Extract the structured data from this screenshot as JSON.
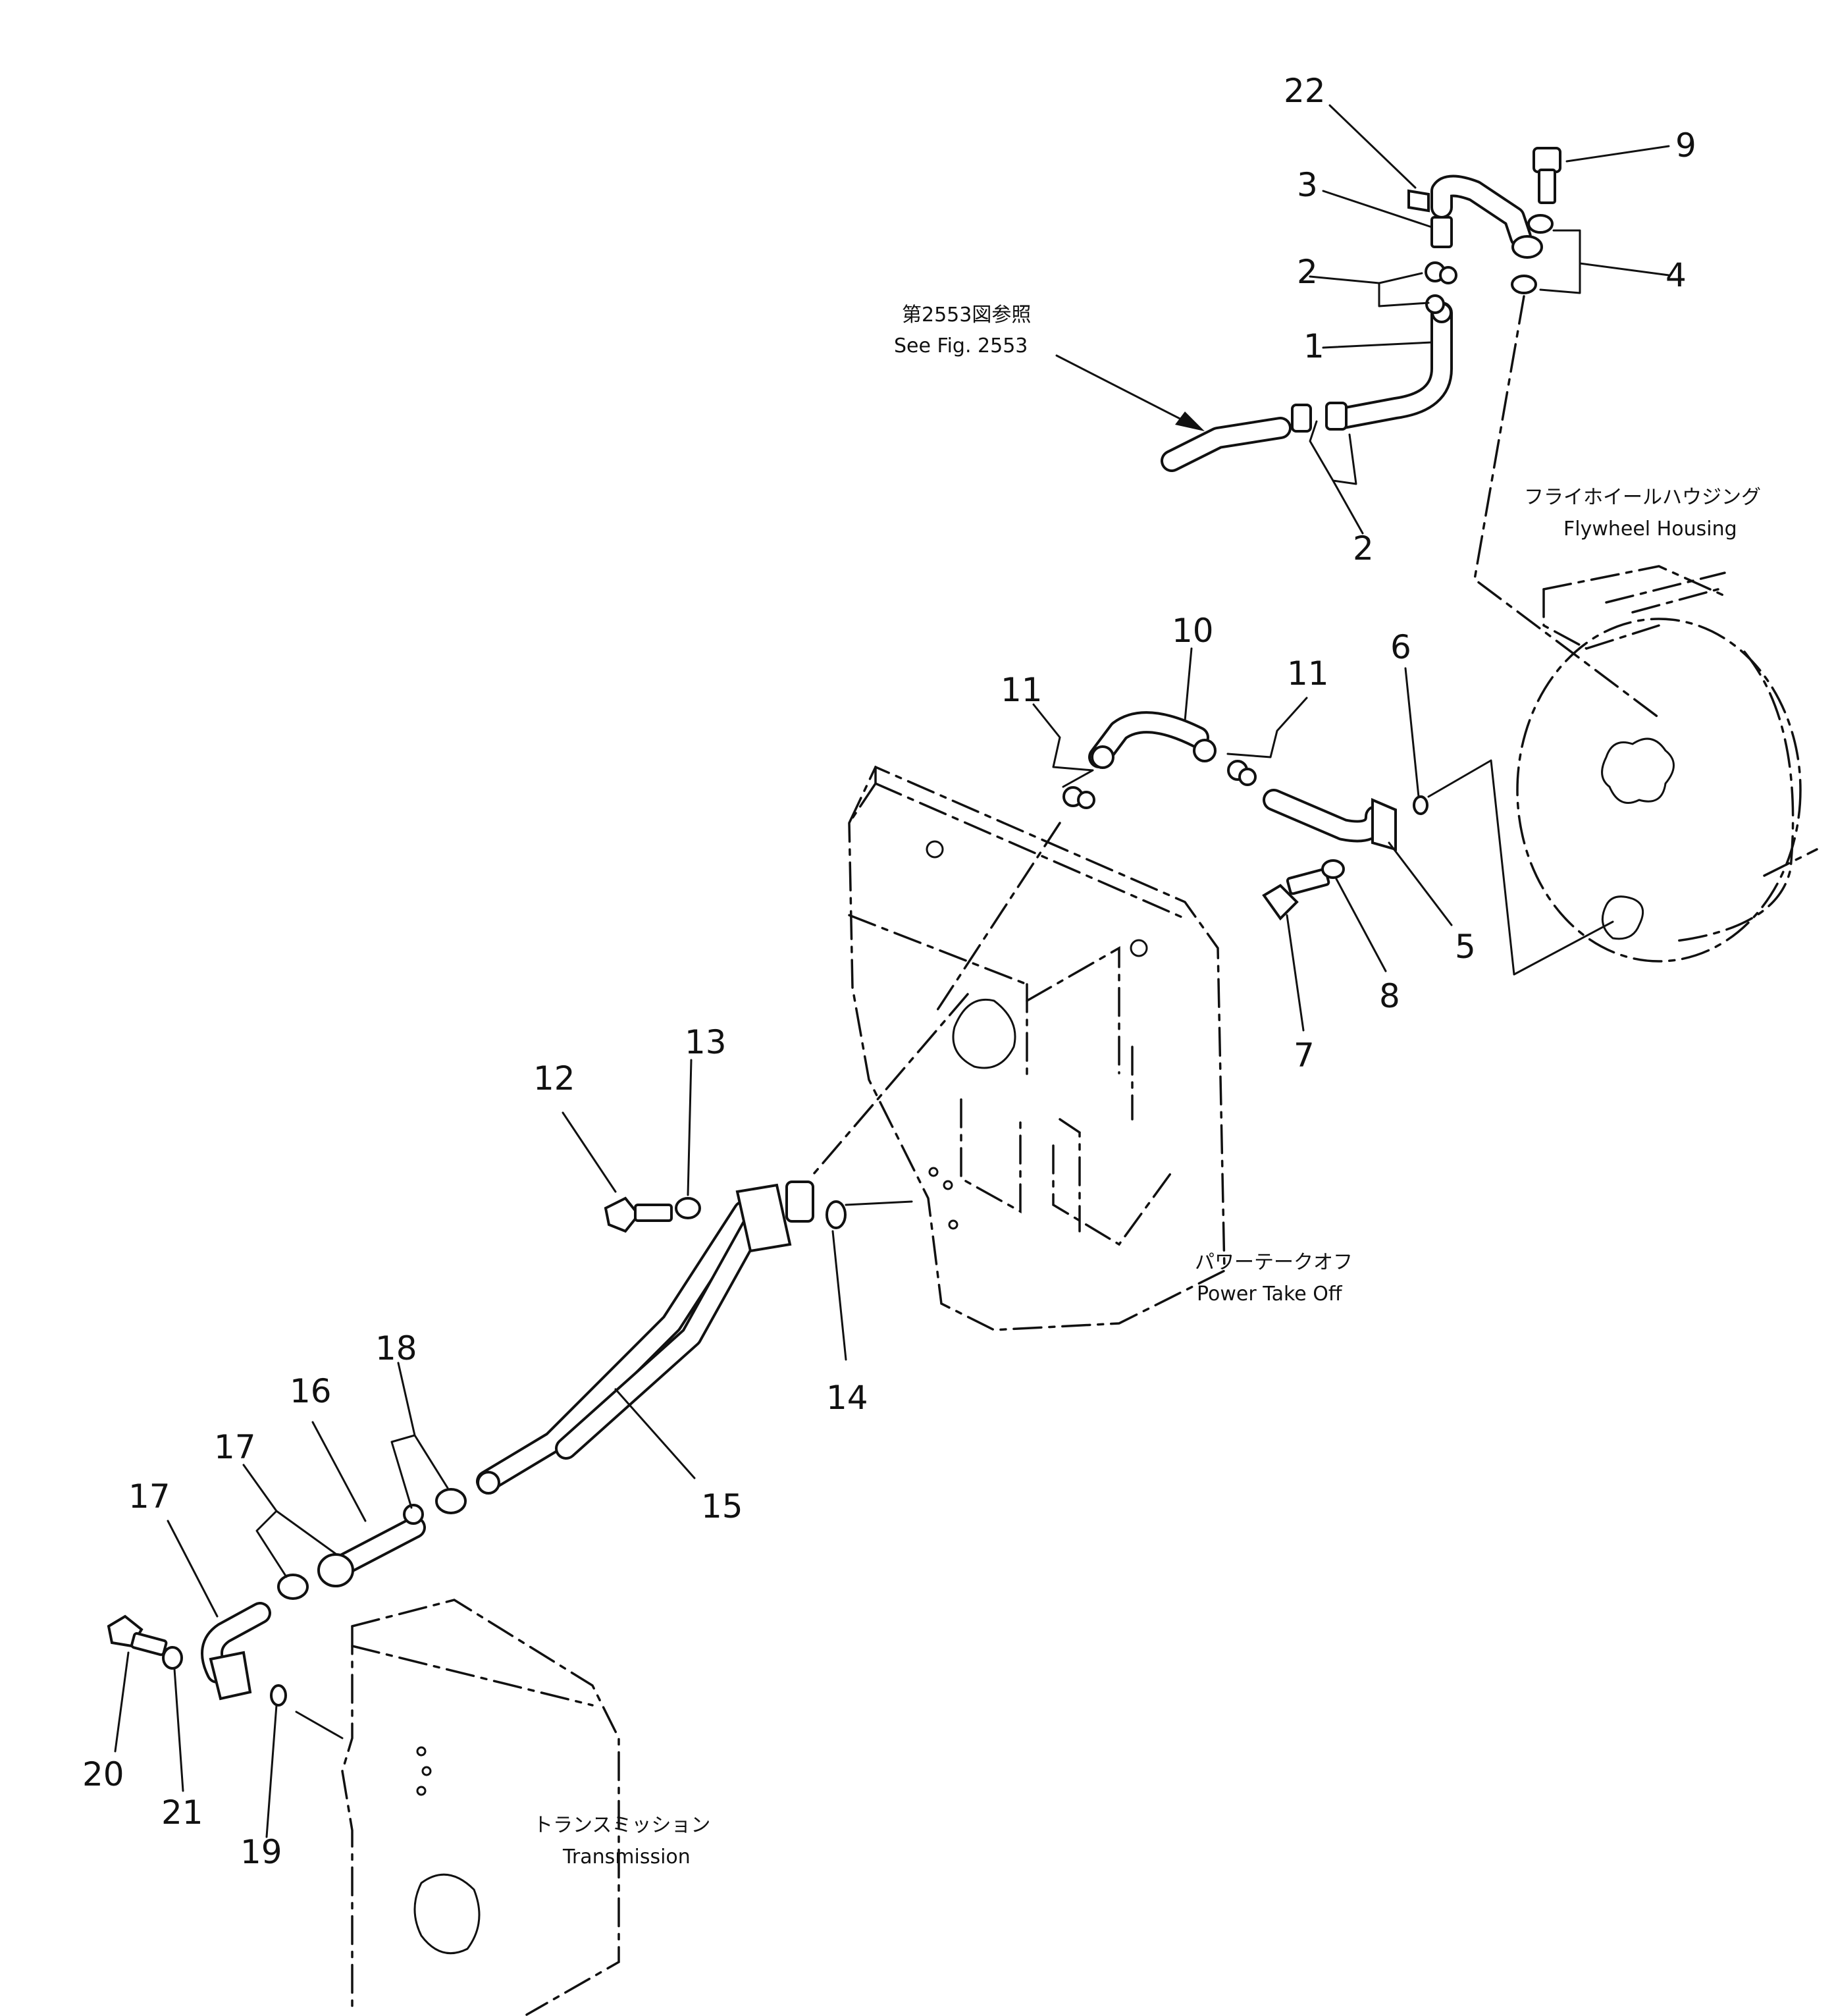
{
  "references": {
    "see_fig_jp": "第2553図参照",
    "see_fig_en": "See Fig. 2553"
  },
  "components": {
    "flywheel_housing_jp": "フライホイールハウジング",
    "flywheel_housing_en": "Flywheel Housing",
    "power_take_off_jp": "パワーテークオフ",
    "power_take_off_en": "Power Take Off",
    "transmission_jp": "トランスミッション",
    "transmission_en": "Transmission"
  },
  "callouts": [
    "1",
    "2",
    "2",
    "3",
    "4",
    "5",
    "6",
    "7",
    "8",
    "9",
    "10",
    "11",
    "11",
    "12",
    "13",
    "14",
    "15",
    "16",
    "17",
    "17",
    "18",
    "19",
    "20",
    "21",
    "22"
  ]
}
